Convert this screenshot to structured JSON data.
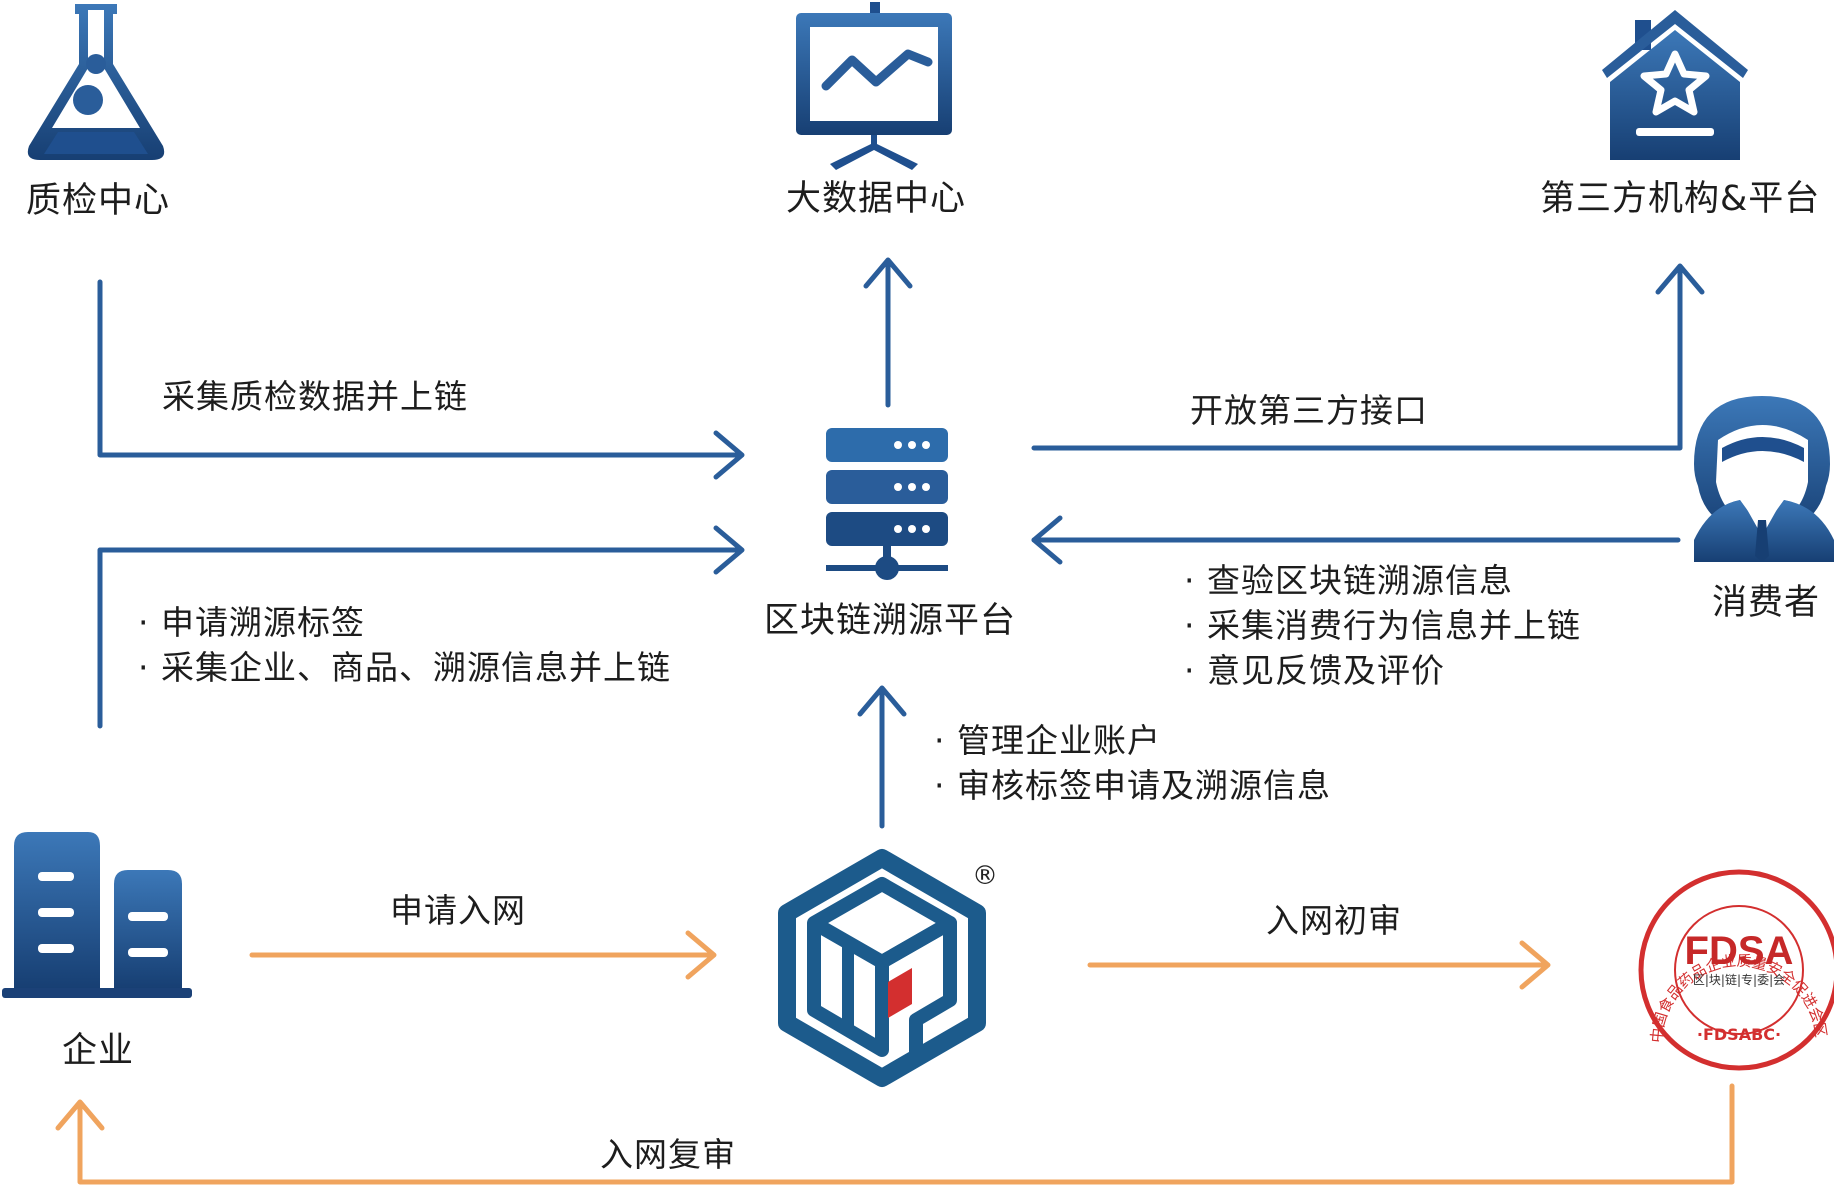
{
  "nodes": {
    "quality_center": "质检中心",
    "big_data_center": "大数据中心",
    "third_party": "第三方机构&平台",
    "blockchain_platform": "区块链溯源平台",
    "consumer": "消费者",
    "enterprise": "企业"
  },
  "edges": {
    "collect_quality": "采集质检数据并上链",
    "open_interface": "开放第三方接口",
    "apply_join": "申请入网",
    "initial_review": "入网初审",
    "re_review": "入网复审"
  },
  "bullets": {
    "enterprise_actions": [
      "申请溯源标签",
      "采集企业、商品、溯源信息并上链"
    ],
    "consumer_actions": [
      "查验区块链溯源信息",
      "采集消费行为信息并上链",
      "意见反馈及评价"
    ],
    "admin_actions": [
      "管理企业账户",
      "审核标签申请及溯源信息"
    ]
  },
  "seal": {
    "ring_text": "中国食品药品企业质量安全促进会区块链专业委员会",
    "logo": "FDSA",
    "sub": "区|块|链|专|委|会",
    "bottom": "·FDSABC·"
  },
  "registered_mark": "®",
  "colors": {
    "blue": "#2a5d9a",
    "blue_dark": "#1b4177",
    "orange": "#f0a45e",
    "red": "#d32f2f",
    "logo_blue": "#1c5b8c"
  }
}
